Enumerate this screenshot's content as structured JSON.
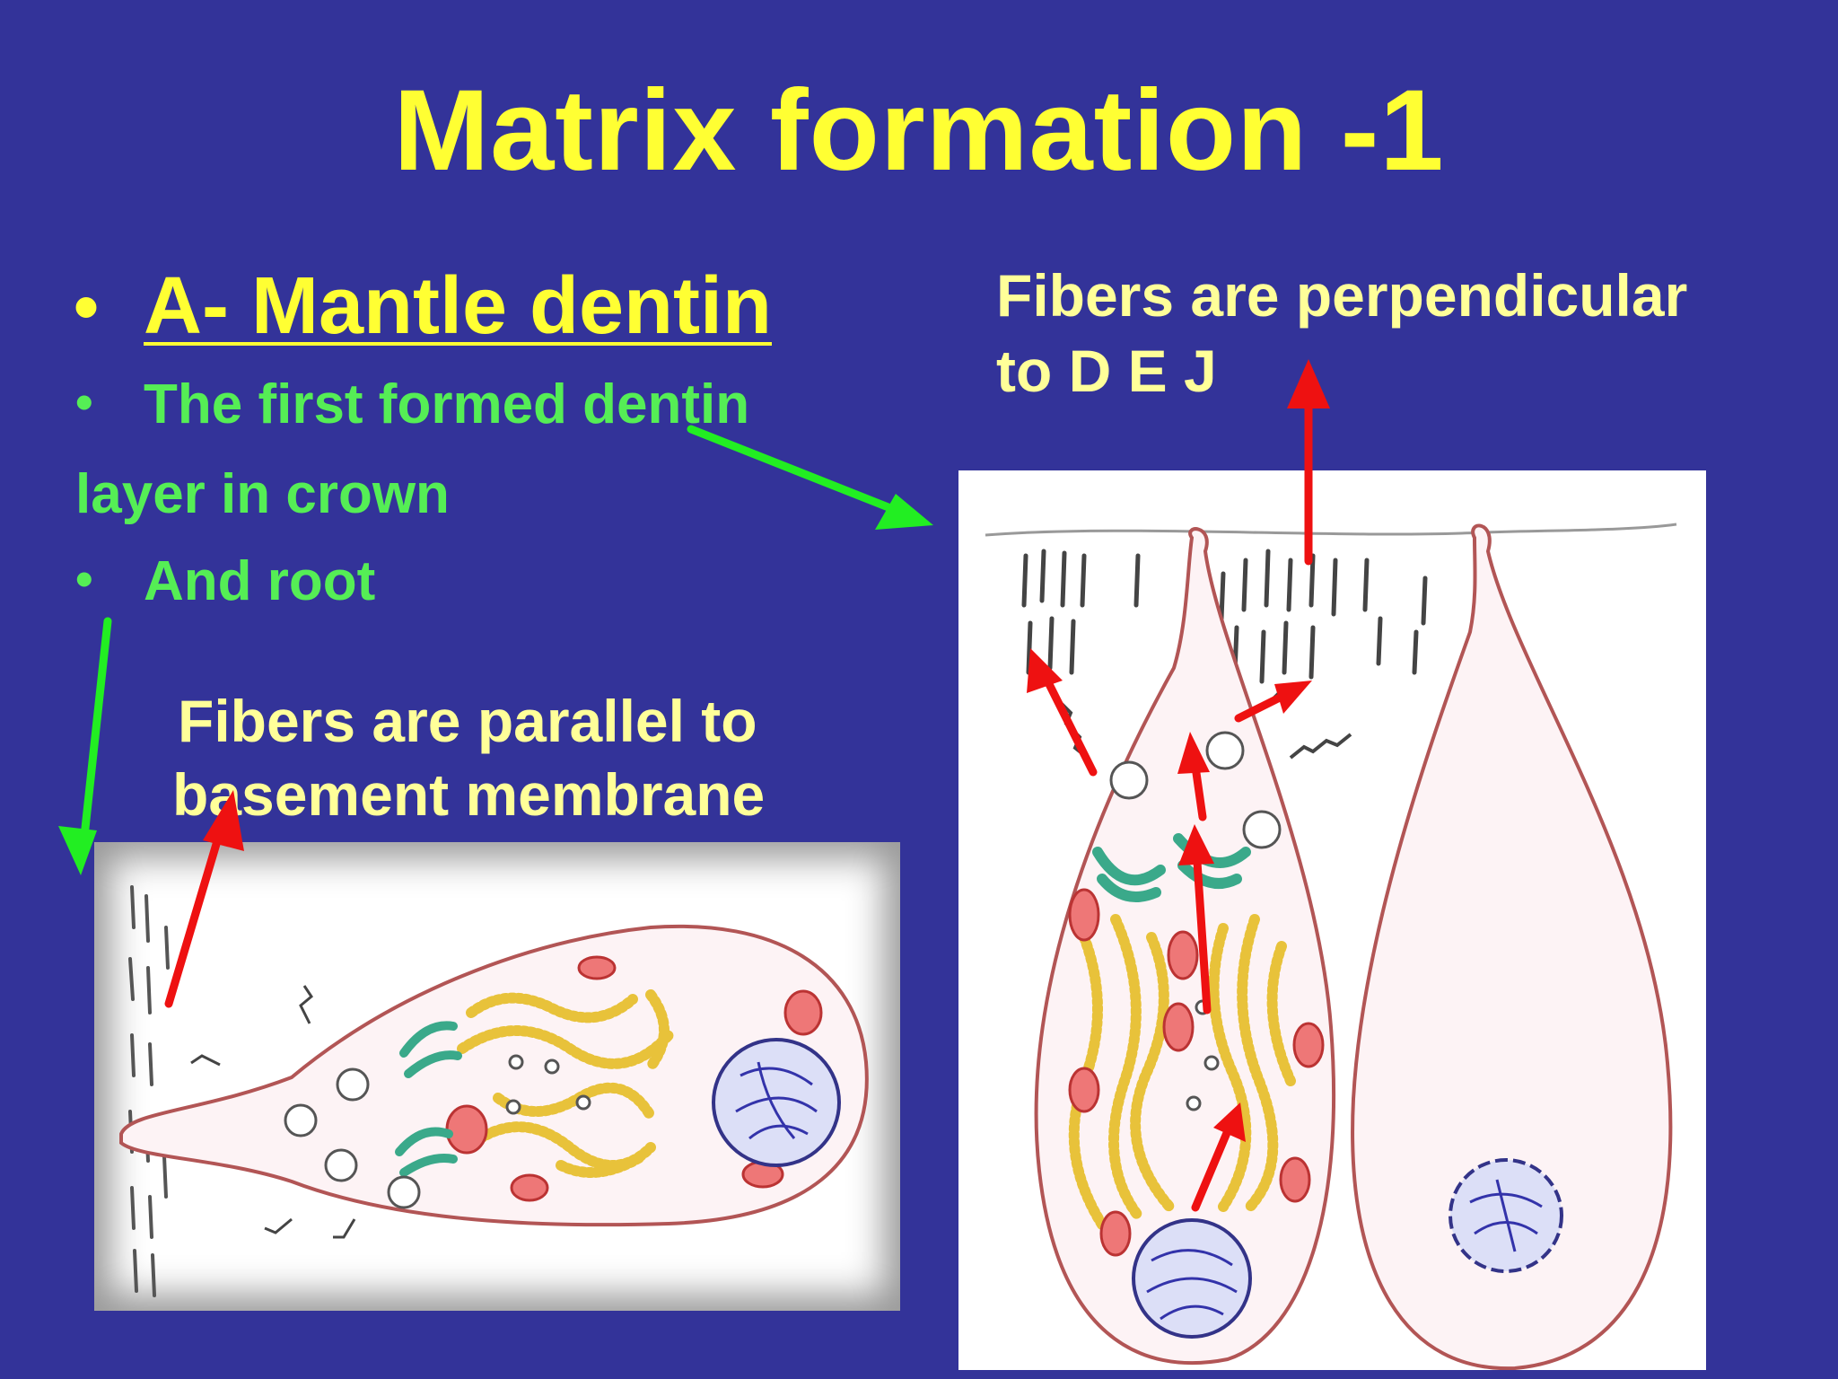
{
  "slide": {
    "title": "Matrix formation -1",
    "bullets": {
      "heading": "A- Mantle dentin",
      "line1": "The first formed dentin",
      "line2": "layer in crown",
      "line3": "And root"
    },
    "note_parallel": {
      "line1": "Fibers are parallel to",
      "line2": "basement membrane"
    },
    "note_perpendicular": {
      "line1": "Fibers are perpendicular",
      "line2": "to D E J"
    }
  },
  "colors": {
    "background": "#333399",
    "title": "#ffff33",
    "notes": "#ffff99",
    "bullet_text": "#55ee55",
    "arrow_green": "#22ee22",
    "arrow_red": "#ee1111"
  }
}
